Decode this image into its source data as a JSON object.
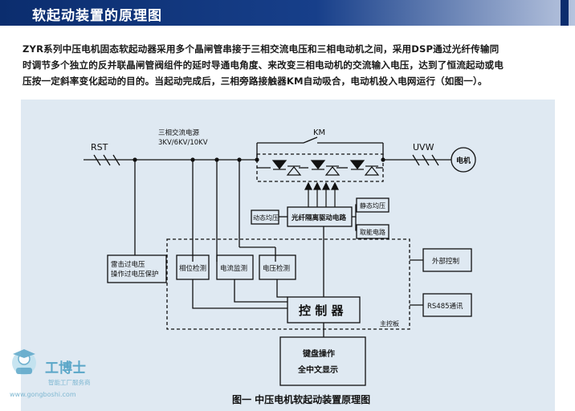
{
  "header": {
    "title": "软起动装置的原理图"
  },
  "intro": {
    "lines": [
      "ZYR系列中压电机固态软起动器采用多个晶闸管串接于三相交流电压和三相电动机之间，采用DSP通过光纤传输同",
      "时调节多个独立的反并联晶闸管阀组件的延时导通电角度、来改变三相电动机的交流输入电压，达到了恒流起动或电",
      "压按一定斜率变化起动的目的。当起动完成后，三相旁路接触器KM自动吸合，电动机投入电网运行（如图一）。"
    ]
  },
  "diagram": {
    "rst_label": "RST",
    "supply_label": "三相交流电源",
    "supply_voltage": "3KV/6KV/10KV",
    "km_label": "KM",
    "uvw_label": "UVW",
    "motor_label": "电机",
    "lightning_label_line1": "雷击过电压",
    "lightning_label_line2": "操作过电压保护",
    "dynamic_balance": "动态均压",
    "fiber_driver": "光纤隔离驱动电路",
    "static_balance": "静态均压",
    "energy_circuit": "取能电路",
    "phase_detect": "相位检测",
    "current_monitor": "电流监测",
    "voltage_detect": "电压检测",
    "controller": "控 制 器",
    "main_board": "主控板",
    "external_control": "外部控制",
    "rs485": "RS485通讯",
    "keyboard_line1": "键盘操作",
    "keyboard_line2": "全中文显示"
  },
  "caption": "图一  中压电机软起动装置原理图",
  "watermark": {
    "brand": "工博士",
    "subtitle": "智能工厂服务商",
    "url": "www.gongboshi.com"
  },
  "colors": {
    "header_bg": "#0b2d6e",
    "panel_bg": "#dfe9f2",
    "watermark": "#5aa6c8"
  }
}
